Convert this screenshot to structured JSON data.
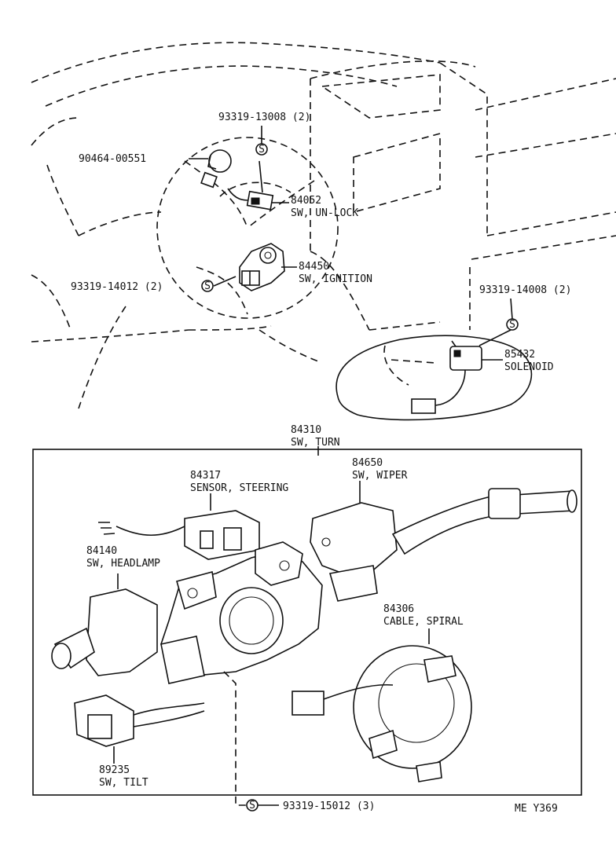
{
  "parts": {
    "bolt_steering_column": {
      "number": "93319-13008 (2)"
    },
    "clamp": {
      "number": "90464-00551"
    },
    "unlock_switch": {
      "number": "84052",
      "name": "SW, UN-LOCK"
    },
    "ignition_switch": {
      "number": "84450",
      "name": "SW, IGNITION"
    },
    "bolt_ignition": {
      "number": "93319-14012 (2)"
    },
    "bolt_solenoid": {
      "number": "93319-14008 (2)"
    },
    "solenoid": {
      "number": "85432",
      "name": "SOLENOID"
    },
    "turn_switch": {
      "number": "84310",
      "name": "SW, TURN"
    },
    "steering_sensor": {
      "number": "84317",
      "name": "SENSOR, STEERING"
    },
    "wiper_switch": {
      "number": "84650",
      "name": "SW, WIPER"
    },
    "headlamp_switch": {
      "number": "84140",
      "name": "SW, HEADLAMP"
    },
    "spiral_cable": {
      "number": "84306",
      "name": "CABLE, SPIRAL"
    },
    "tilt_switch": {
      "number": "89235",
      "name": "SW, TILT"
    },
    "bolt_bottom": {
      "number": "93319-15012 (3)"
    }
  },
  "screw_symbol": "S",
  "figure_code": "ME  Y369"
}
